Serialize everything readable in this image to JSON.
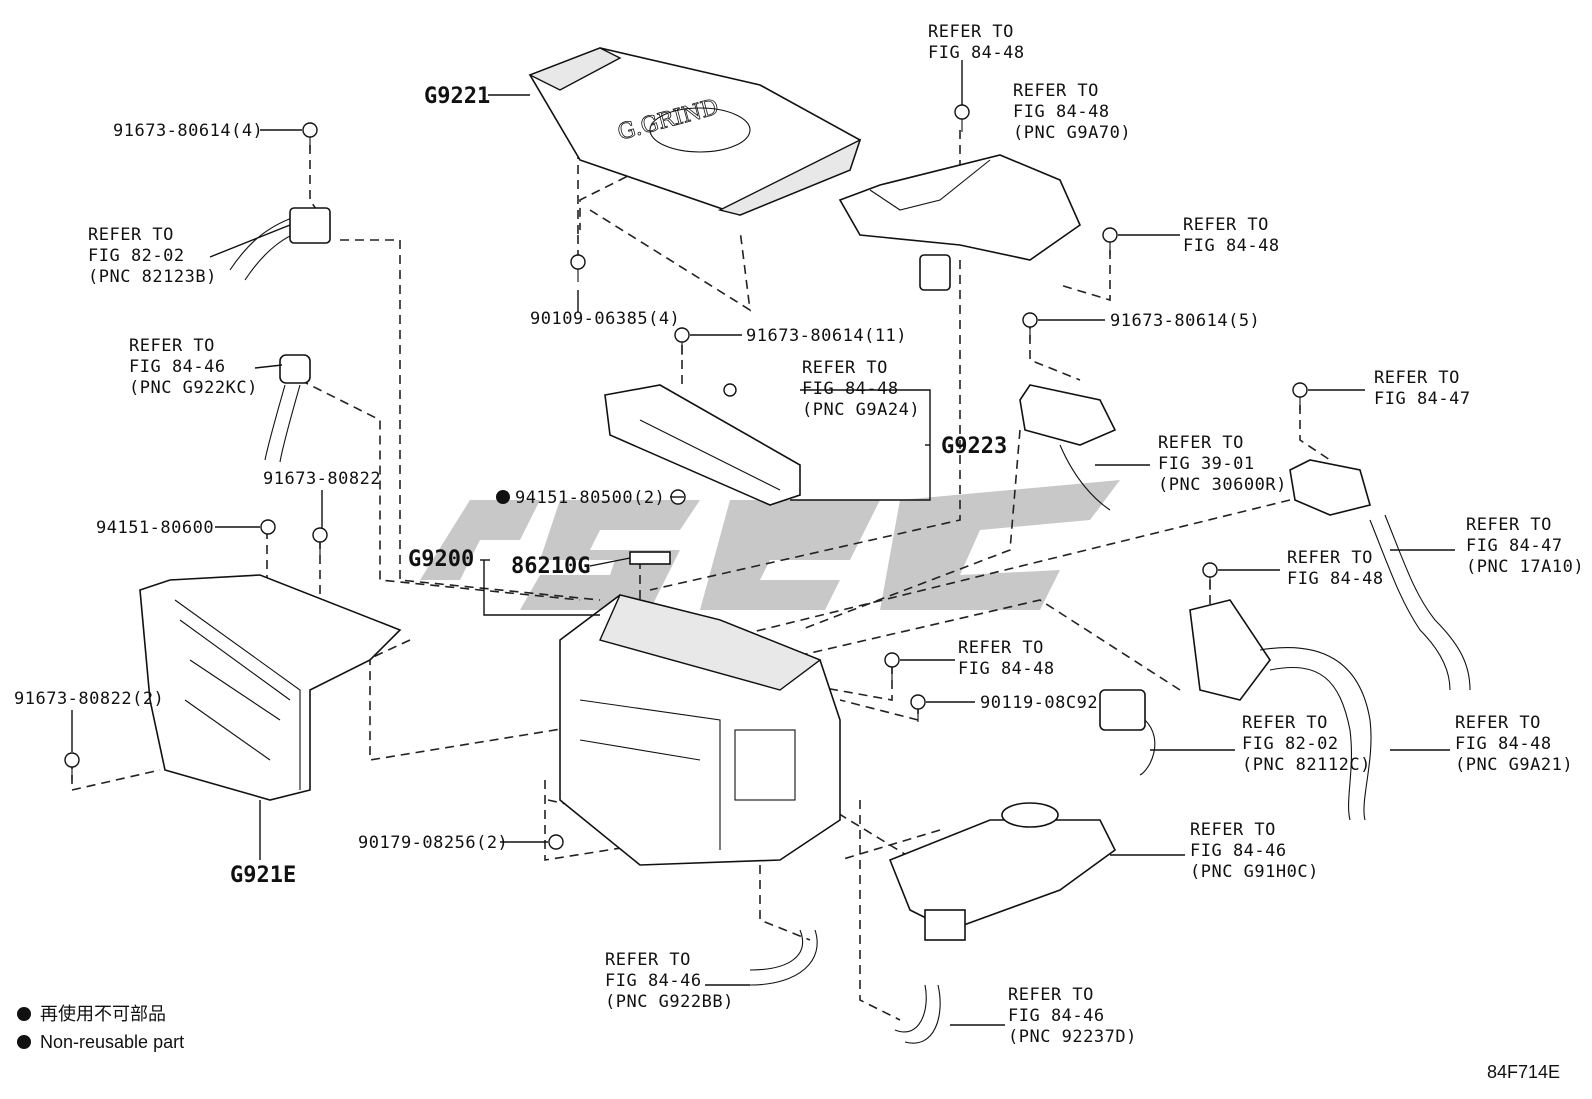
{
  "legend": [
    {
      "symbol": "bullet",
      "text": "再使用不可部品"
    },
    {
      "symbol": "bullet",
      "text": "Non-reusable part"
    }
  ],
  "figure_code": "84F714E",
  "parts": {
    "G9221": "G9221",
    "G9223": "G9223",
    "G9200": "G9200",
    "86210G": "86210G",
    "G921E": "G921E",
    "p91673_80614_4": "91673-80614(4)",
    "p90109_06385_4": "90109-06385(4)",
    "p91673_80614_11": "91673-80614(11)",
    "p91673_80614_5": "91673-80614(5)",
    "p94151_80500_2": "94151-80500(2)",
    "p91673_80822": "91673-80822",
    "p94151_80600": "94151-80600",
    "p91673_80822_2": "91673-80822(2)",
    "p90119_08C92": "90119-08C92",
    "p90179_08256_2": "90179-08256(2)"
  },
  "refs": {
    "r1": [
      "REFER TO",
      "FIG 84-48"
    ],
    "r2": [
      "REFER TO",
      "FIG 84-48",
      "(PNC G9A70)"
    ],
    "r3": [
      "REFER TO",
      "FIG 84-48"
    ],
    "r4": [
      "REFER TO",
      "FIG 82-02",
      "(PNC 82123B)"
    ],
    "r5": [
      "REFER TO",
      "FIG 84-46",
      "(PNC G922KC)"
    ],
    "r6": [
      "REFER TO",
      "FIG 84-48",
      "(PNC G9A24)"
    ],
    "r7": [
      "REFER TO",
      "FIG 39-01",
      "(PNC 30600R)"
    ],
    "r8": [
      "REFER TO",
      "FIG 84-47"
    ],
    "r9": [
      "REFER TO",
      "FIG 84-47",
      "(PNC 17A10)"
    ],
    "r10": [
      "REFER TO",
      "FIG 84-48"
    ],
    "r11": [
      "REFER TO",
      "FIG 84-48"
    ],
    "r12": [
      "REFER TO",
      "FIG 82-02",
      "(PNC 82112C)"
    ],
    "r13": [
      "REFER TO",
      "FIG 84-48",
      "(PNC G9A21)"
    ],
    "r14": [
      "REFER TO",
      "FIG 84-46",
      "(PNC G91H0C)"
    ],
    "r15": [
      "REFER TO",
      "FIG 84-46",
      "(PNC G922BB)"
    ],
    "r16": [
      "REFER TO",
      "FIG 84-46",
      "(PNC 92237D)"
    ]
  }
}
